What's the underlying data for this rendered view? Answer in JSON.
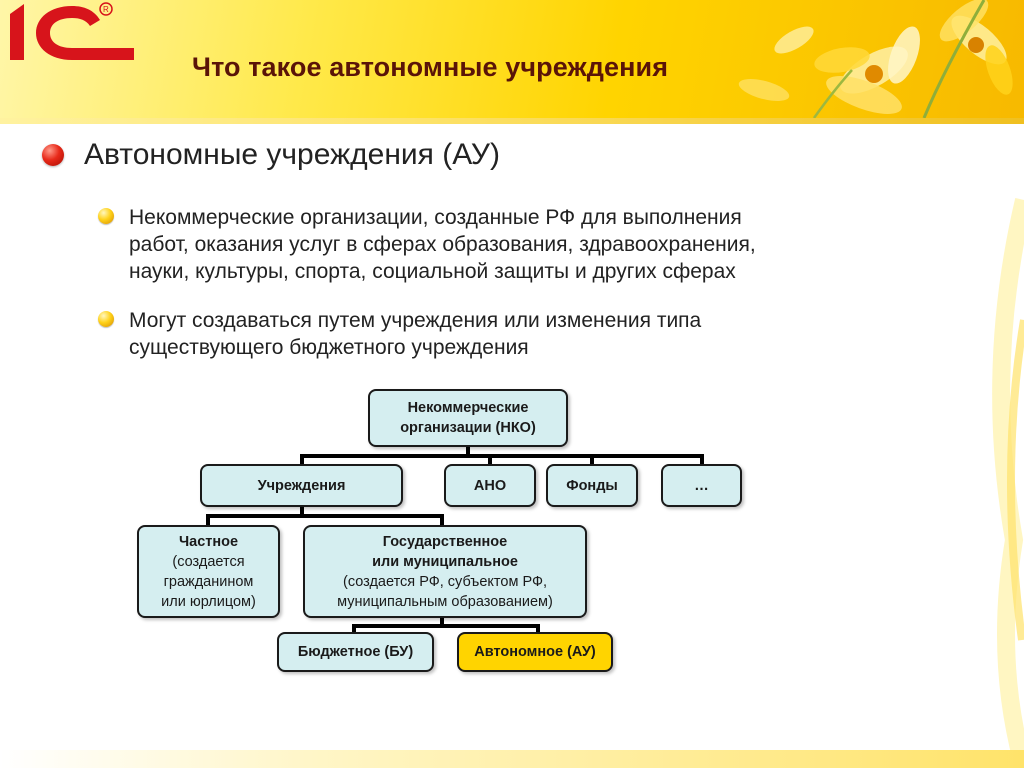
{
  "header": {
    "title": "Что такое автономные учреждения",
    "logo_text": "1С"
  },
  "bullets": {
    "main": "Автономные учреждения (АУ)",
    "sub1": [
      "Некоммерческие организации, созданные РФ для выполнения",
      "работ, оказания услуг в сферах образования, здравоохранения,",
      "науки, культуры, спорта, социальной защиты и других сферах"
    ],
    "sub2": [
      "Могут создаваться путем учреждения или изменения типа",
      "существующего бюджетного учреждения"
    ]
  },
  "org_chart": {
    "root": [
      "Некоммерческие",
      "организации (НКО)"
    ],
    "level2": {
      "uchrezhdeniya": "Учреждения",
      "ano": "АНО",
      "fondy": "Фонды",
      "other": "…"
    },
    "level3": {
      "chastnoe_title": "Частное",
      "chastnoe_desc": [
        "(создается",
        "гражданином",
        "или юрлицом)"
      ],
      "gos_title": [
        "Государственное",
        "или муниципальное"
      ],
      "gos_desc": [
        "(создается РФ, субъектом РФ,",
        "муниципальным образованием)"
      ]
    },
    "level4": {
      "bu": "Бюджетное (БУ)",
      "au": "Автономное (АУ)"
    }
  },
  "colors": {
    "box_fill": "#d5eef0",
    "highlight_fill": "#ffd400",
    "title_color": "#5a1408",
    "logo_red": "#d7141b"
  }
}
